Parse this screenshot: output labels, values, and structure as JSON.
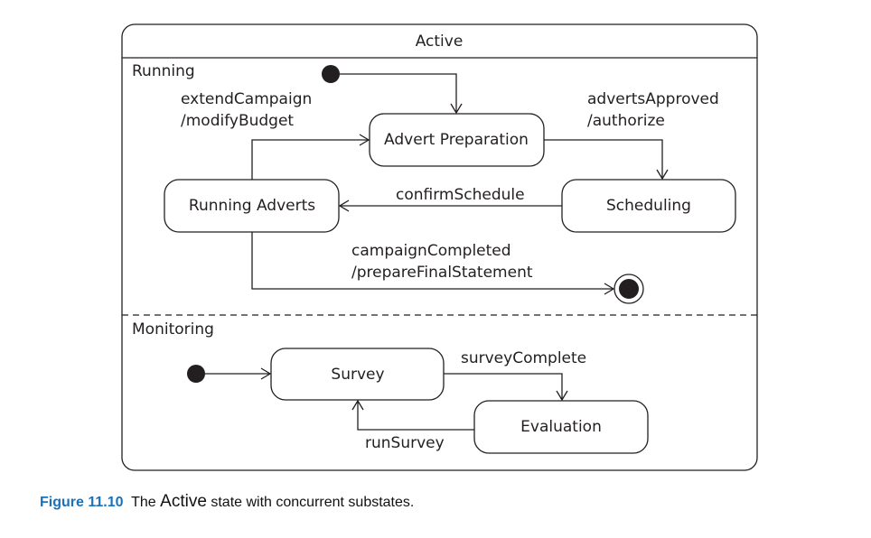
{
  "diagram": {
    "composite_state": "Active",
    "regions": [
      {
        "name": "Running",
        "states": [
          "Advert Preparation",
          "Scheduling",
          "Running Adverts"
        ],
        "transitions": [
          {
            "from": "initial",
            "to": "Advert Preparation",
            "label": []
          },
          {
            "from": "Advert Preparation",
            "to": "Scheduling",
            "label": [
              "advertsApproved",
              "/authorize"
            ]
          },
          {
            "from": "Scheduling",
            "to": "Running Adverts",
            "label": [
              "confirmSchedule"
            ]
          },
          {
            "from": "Running Adverts",
            "to": "Advert Preparation",
            "label": [
              "extendCampaign",
              "/modifyBudget"
            ]
          },
          {
            "from": "Running Adverts",
            "to": "final",
            "label": [
              "campaignCompleted",
              "/prepareFinalStatement"
            ]
          }
        ]
      },
      {
        "name": "Monitoring",
        "states": [
          "Survey",
          "Evaluation"
        ],
        "transitions": [
          {
            "from": "initial",
            "to": "Survey",
            "label": []
          },
          {
            "from": "Survey",
            "to": "Evaluation",
            "label": [
              "surveyComplete"
            ]
          },
          {
            "from": "Evaluation",
            "to": "Survey",
            "label": [
              "runSurvey"
            ]
          }
        ]
      }
    ]
  },
  "caption": {
    "number": "Figure 11.10",
    "text_before": "The",
    "state_name": "Active",
    "text_after": "state with concurrent substates."
  }
}
